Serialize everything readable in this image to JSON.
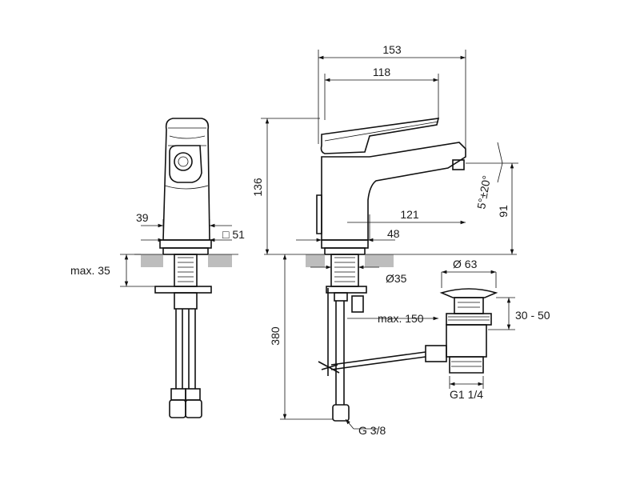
{
  "dimensions": {
    "d153": "153",
    "d118": "118",
    "d136": "136",
    "d121": "121",
    "d91": "91",
    "d48": "48",
    "d39": "39",
    "d51": "□ 51",
    "max35": "max. 35",
    "d380": "380",
    "dia35": "Ø35",
    "max150": "max. 150",
    "dia63": "Ø 63",
    "r3050": "30 - 50",
    "g114": "G1 1/4",
    "g38": "G 3/8",
    "angle": "5°±20°"
  },
  "colors": {
    "line": "#111111",
    "floor": "#bdbdbd",
    "background": "#ffffff"
  }
}
